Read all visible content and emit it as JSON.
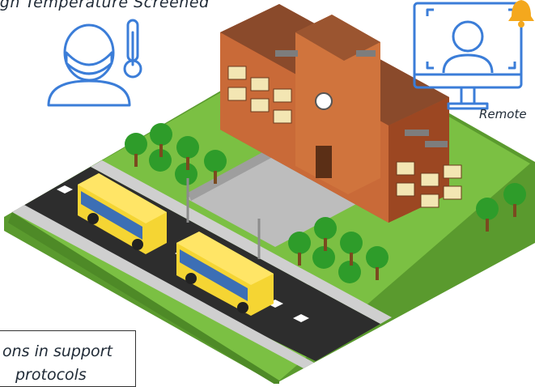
{
  "labels": {
    "temperature": "igh Temperature Screened",
    "remote": "Remote"
  },
  "caption": {
    "line1": "ons in support",
    "line2": "protocols"
  },
  "colors": {
    "icon_blue": "#3b7dd8",
    "grass": "#7bc043",
    "road": "#2d2d2d",
    "brick": "#b4562a",
    "roof": "#8a4a2b",
    "bus": "#f5d533",
    "bell": "#f4a81d"
  },
  "icons": [
    "masked-person-thermometer-icon",
    "remote-learning-monitor-icon",
    "notification-bell-icon"
  ]
}
